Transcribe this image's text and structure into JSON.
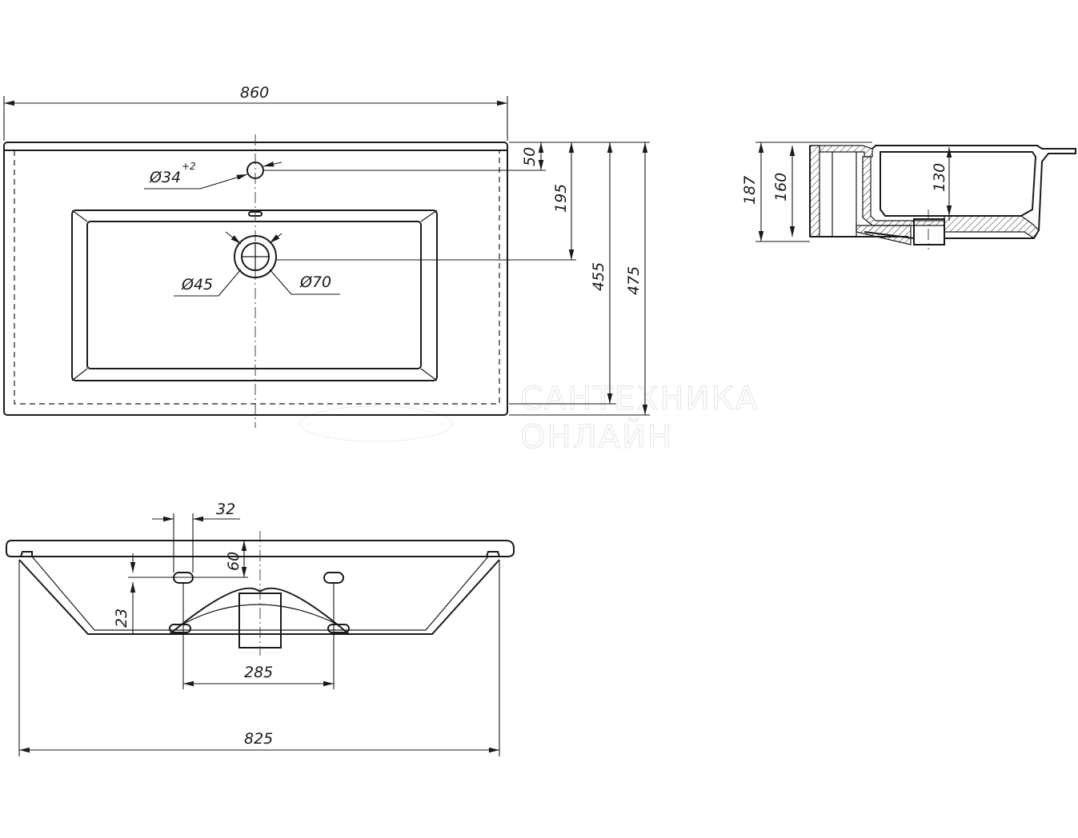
{
  "drawing": {
    "top_view": {
      "width": "860",
      "faucet_hole": "Ø34",
      "faucet_hole_tolerance": "+2",
      "rim_offset": "50",
      "drain_offset": "195",
      "inner_depth": "455",
      "overall_depth": "475",
      "drain_small": "Ø45",
      "drain_large": "Ø70"
    },
    "side_view": {
      "total_height": "187",
      "body_height": "160",
      "bowl_depth": "130"
    },
    "front_view": {
      "slot_width": "32",
      "slot_height": "60",
      "slot_offset": "23",
      "slot_spacing": "285",
      "bottom_width": "825"
    },
    "watermark": {
      "line1": "САНТЕХНИКА",
      "line2": "ОНЛАЙН"
    }
  }
}
